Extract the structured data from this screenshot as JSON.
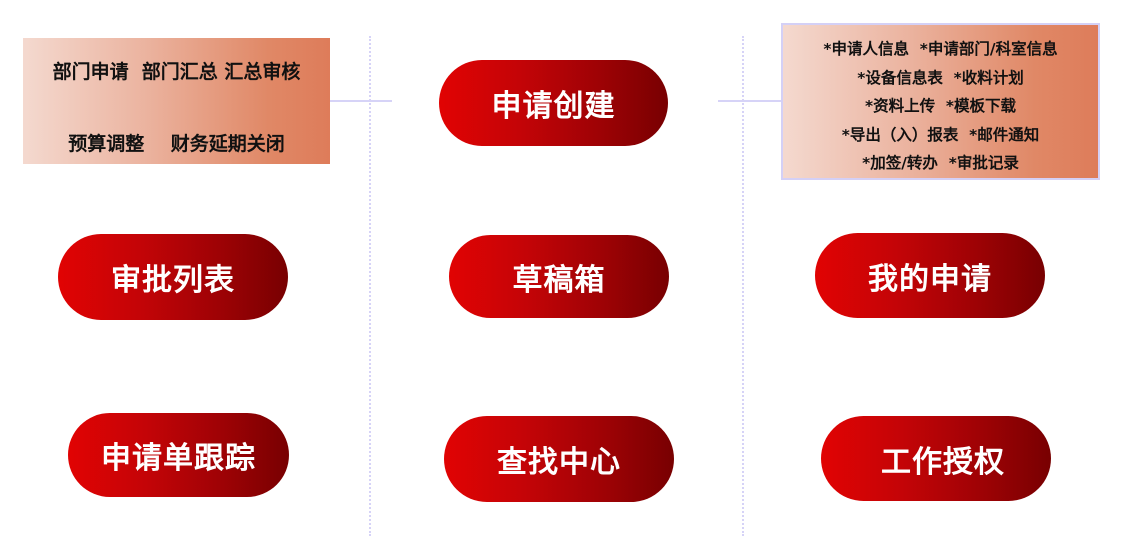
{
  "left_box": {
    "rows": [
      "部门申请  部门汇总 汇总审核",
      "预算调整    财务延期关闭"
    ]
  },
  "right_box": {
    "rows": [
      "*申请人信息  *申请部门/科室信息",
      "*设备信息表  *收料计划",
      "*资料上传  *模板下载",
      "*导出（入）报表  *邮件通知",
      "*加签/转办  *审批记录"
    ]
  },
  "buttons": {
    "create": "申请创建",
    "approval_list": "审批列表",
    "drafts": "草稿箱",
    "my_applications": "我的申请",
    "tracking": "申请单跟踪",
    "search_center": "查找中心",
    "work_authorization": "工作授权"
  },
  "colors": {
    "pill_start": "#e10303",
    "pill_end": "#780001",
    "box_start": "#f4d9cf",
    "box_end": "#de7c5a",
    "connector": "#d6d3f7"
  }
}
